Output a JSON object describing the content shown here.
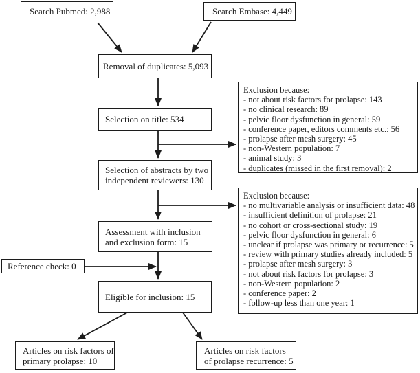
{
  "figure": {
    "kind": "study-selection-flowchart"
  },
  "colors": {
    "ink": "#1c1c1c",
    "background": "#ffffff"
  },
  "boxes": {
    "search_pubmed": {
      "label": "Search Pubmed: 2,988"
    },
    "search_embase": {
      "label": "Search Embase: 4,449"
    },
    "removal_duplicates": {
      "label": "Removal of duplicates: 5,093"
    },
    "selection_title": {
      "label": "Selection on title: 534"
    },
    "selection_abstracts": {
      "label": "Selection of abstracts by two independent reviewers: 130"
    },
    "assessment": {
      "label": "Assessment with inclusion and exclusion form: 15"
    },
    "reference_check": {
      "label": "Reference check: 0"
    },
    "eligible": {
      "label": "Eligible for inclusion: 15"
    },
    "articles_primary": {
      "label": "Articles on risk factors of primary prolapse: 10"
    },
    "articles_recurrence": {
      "label": "Articles on risk factors of prolapse recurrence: 5"
    }
  },
  "exclusion_box_1": {
    "title": "Exclusion because:",
    "items": [
      "- not about risk factors for prolapse: 143",
      "- no clinical research: 89",
      "- pelvic floor dysfunction in general: 59",
      "- conference paper, editors comments etc.: 56",
      "- prolapse after mesh surgery: 45",
      "- non-Western population: 7",
      "- animal study: 3",
      "- duplicates (missed in the first removal): 2"
    ]
  },
  "exclusion_box_2": {
    "title": "Exclusion because:",
    "items": [
      "- no multivariable analysis or insufficient data: 48",
      "- insufficient definition of prolapse: 21",
      "- no cohort or cross-sectional study: 19",
      "- pelvic floor dysfunction in general: 6",
      "- unclear if prolapse was primary or recurrence: 5",
      "- review with primary studies already included: 5",
      "- prolapse after mesh surgery: 3",
      "- not about risk factors for prolapse: 3",
      "- non-Western population: 2",
      "- conference paper: 2",
      "- follow-up less than one year: 1"
    ]
  }
}
